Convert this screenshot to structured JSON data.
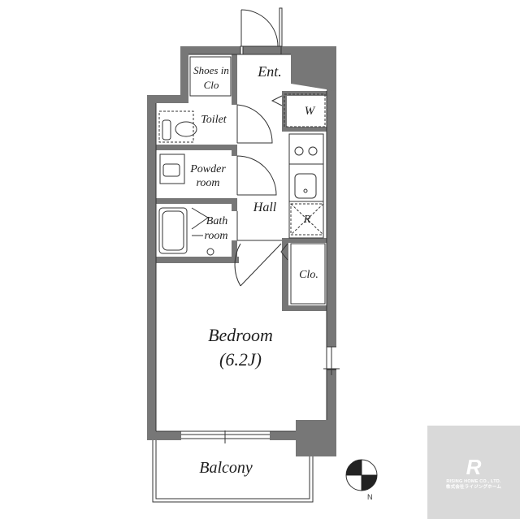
{
  "rooms": {
    "shoes_line1": "Shoes in",
    "shoes_line2": "Clo",
    "entrance": "Ent.",
    "wardrobe": "W",
    "toilet": "Toilet",
    "powder_line1": "Powder",
    "powder_line2": "room",
    "hall": "Hall",
    "bath_line1": "Bath",
    "bath_line2": "room",
    "refrigerator": "R",
    "closet": "Clo.",
    "bedroom": "Bedroom",
    "bedroom_size": "(6.2J)",
    "balcony": "Balcony"
  },
  "compass": {
    "north": "N"
  },
  "logo": {
    "mark": "R",
    "line1": "RISING HOME CO., LTD.",
    "line2": "株式会社ライジングホーム"
  },
  "colors": {
    "wall": "#777777",
    "line": "#333333",
    "logo_bg": "#d9d9d9"
  }
}
